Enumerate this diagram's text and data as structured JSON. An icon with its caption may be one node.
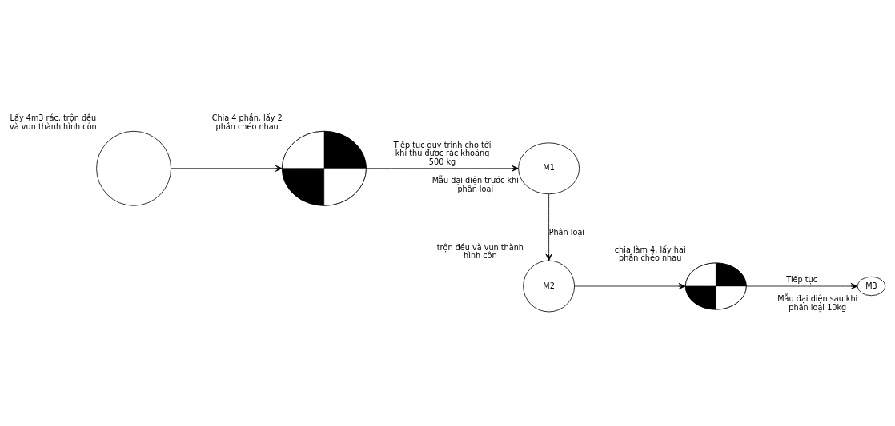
{
  "diagram": {
    "nodes": [
      {
        "text": [],
        "shape": "circle",
        "beside": [
          "Lấy 4m3 rác, trộn đều và vun thành hình côn"
        ]
      },
      {
        "text": [],
        "shape": "pie",
        "beside": [
          "Chia 4 phần, lấy 2 phần chéo nhau"
        ]
      },
      {
        "text": [
          "M1"
        ],
        "beside": [
          "Mẫu đại diện trước khi phân loại"
        ]
      },
      {
        "text": [
          "M2"
        ],
        "beside": [
          "trộn đều và vun thành hình côn"
        ]
      },
      {
        "text": [],
        "shape": "pie",
        "beside": [
          "chia làm 4, lấy hai phần chéo nhau"
        ]
      },
      {
        "text": [
          "M3"
        ],
        "beside": [
          "Mẫu đại diện sau khi phân loại 10kg"
        ]
      }
    ],
    "edges": [
      {
        "from": 0,
        "to": 1,
        "arrow": "to"
      },
      {
        "from": 1,
        "to": 2,
        "arrow": "to",
        "label": "Tiếp tục quy trình cho tới khi thu được rác khoảng 500 kg"
      },
      {
        "from": 2,
        "to": 3,
        "arrow": "to",
        "label": "Phân loại"
      },
      {
        "from": 3,
        "to": 4,
        "arrow": "to"
      },
      {
        "from": 4,
        "to": 5,
        "arrow": "to",
        "label": "Tiếp tục"
      }
    ]
  }
}
